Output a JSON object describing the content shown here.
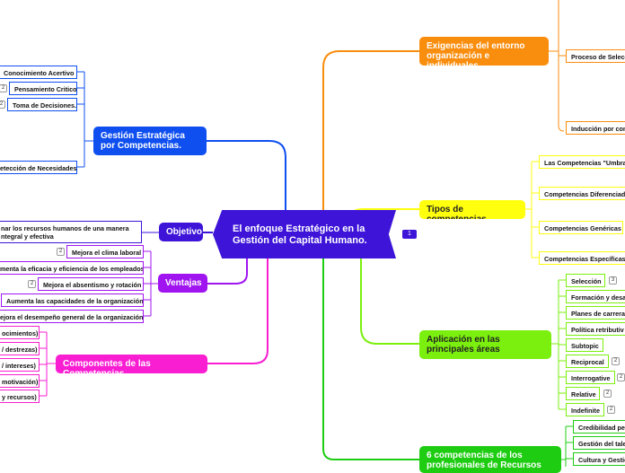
{
  "center": {
    "title": "El enfoque Estratégico en la Gestión del Capital Humano.",
    "note_count": "1"
  },
  "branches": {
    "exigencias": {
      "label": "Exigencias del entorno organización e individuales.",
      "color": "#f98d0e",
      "children": [
        "Proceso de Selecc",
        "Inducción por com"
      ]
    },
    "tipos": {
      "label": "Tipos de competencias",
      "color": "#ffff0e",
      "children": [
        "Las Competencias \"Umbra",
        "Competencias Diferenciado",
        "Competencias Genéricas",
        "Competencias Específicas"
      ]
    },
    "aplicacion": {
      "label": "Aplicación en las principales áreas",
      "color": "#7bef0e",
      "children": [
        {
          "label": "Selección",
          "badge": "3"
        },
        {
          "label": "Formación y desa",
          "badge": ""
        },
        {
          "label": "Planes de carrera",
          "badge": ""
        },
        {
          "label": "Política retributiv",
          "badge": ""
        },
        {
          "label": "Subtopic",
          "badge": ""
        },
        {
          "label": "Reciprocal",
          "badge": "2"
        },
        {
          "label": "Interrogative",
          "badge": "2"
        },
        {
          "label": "Relative",
          "badge": "2"
        },
        {
          "label": "Indefinite",
          "badge": "2"
        }
      ]
    },
    "seis": {
      "label": "6 competencias de los profesionales de Recursos",
      "color": "#1ecc12",
      "children": [
        "Credibilidad per",
        "Gestión del tale",
        "Cultura y Gestió"
      ]
    },
    "gestion": {
      "label": "Gestión Estratégica por Competencias.",
      "color": "#0f4ff0",
      "children": [
        {
          "label": "Conocimiento Acertivo",
          "badge": ""
        },
        {
          "label": "Pensamiento Critico",
          "badge": "2"
        },
        {
          "label": "Toma de Decisiones.",
          "badge": "2"
        },
        {
          "label": "etección de Necesidades",
          "badge": ""
        }
      ]
    },
    "objetivo": {
      "label": "Objetivo",
      "color": "#3d14d8",
      "children": [
        "nar los recursos humanos de una manera ntegral y efectiva"
      ]
    },
    "ventajas": {
      "label": "Ventajas",
      "color": "#a014f0",
      "children": [
        {
          "label": "Mejora el clima laboral",
          "badge": "2"
        },
        {
          "label": "menta la eficacia y eficiencia de los empleados",
          "badge": ""
        },
        {
          "label": "Mejora el absentismo y rotación",
          "badge": "2"
        },
        {
          "label": "Aumenta las capacidades de la organización",
          "badge": ""
        },
        {
          "label": "ejora el desempeño general de la organización",
          "badge": ""
        }
      ]
    },
    "componentes": {
      "label": "Componentes de las Competencias",
      "color": "#f91ed2",
      "children": [
        "ocimientos)",
        "/ destrezas)",
        "/ intereses)",
        "motivación)",
        "y recursos)"
      ]
    }
  }
}
